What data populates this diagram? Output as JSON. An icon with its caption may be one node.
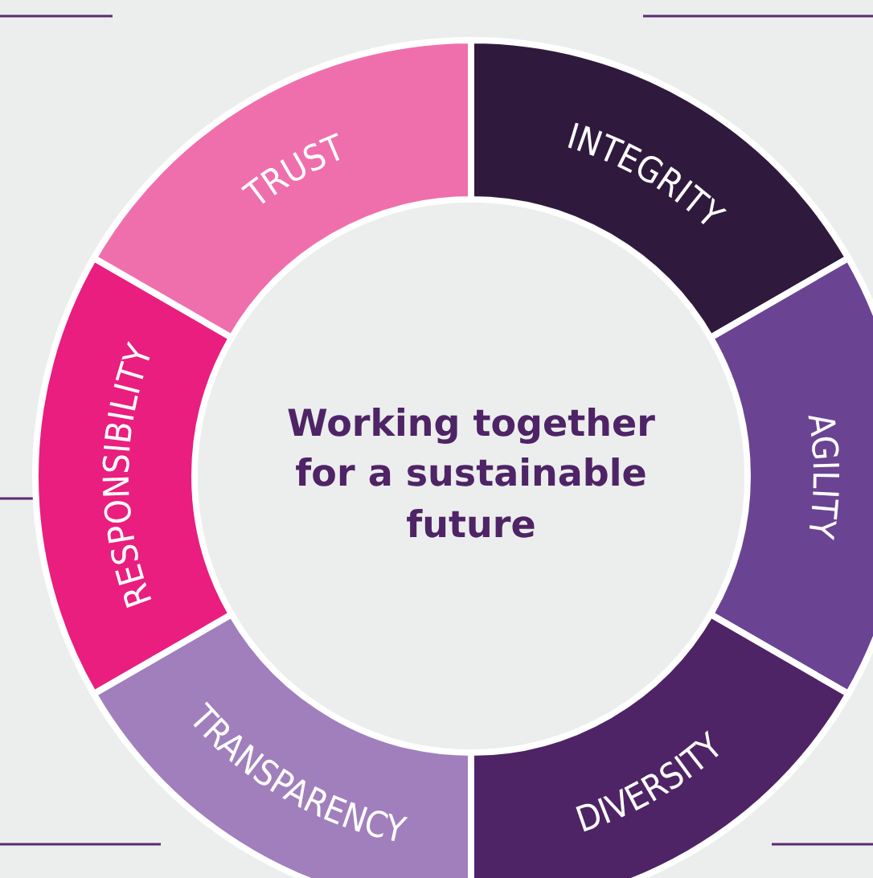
{
  "diagram": {
    "nodes": [
      {
        "text": [
          "TRUST"
        ]
      },
      {
        "text": [
          "INTEGRITY"
        ]
      },
      {
        "text": [
          "AGILITY"
        ]
      },
      {
        "text": [
          "DIVERSITY"
        ]
      },
      {
        "text": [
          "TRANSPARENCY"
        ]
      },
      {
        "text": [
          "RESPONSIBILITY"
        ]
      },
      {
        "text": [
          "Working together for a sustainable future"
        ]
      }
    ]
  }
}
